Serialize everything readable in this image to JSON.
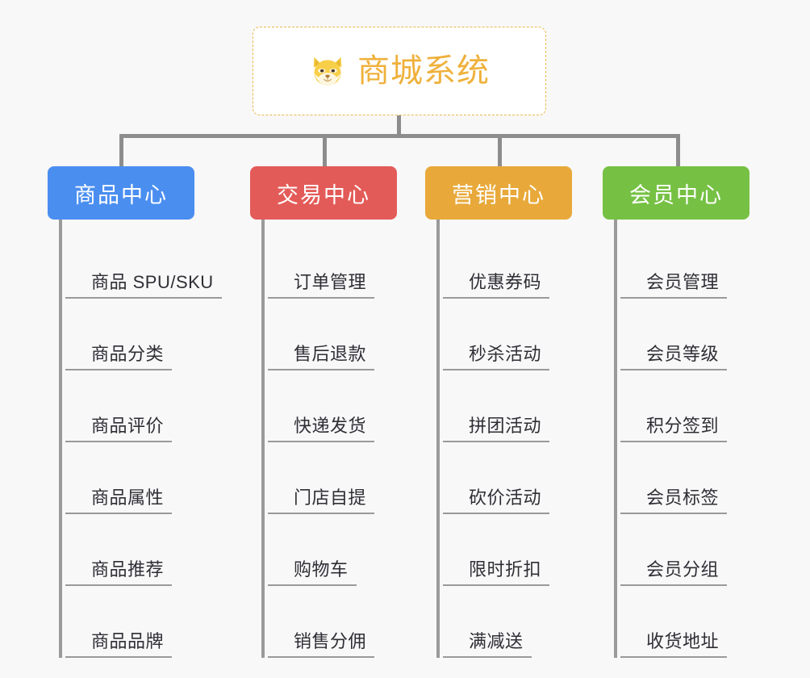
{
  "background": "#f8f8f8",
  "root": {
    "title": "商城系统",
    "icon": "shiba-dog-face-icon",
    "text_color": "#efb13c",
    "border_color": "#e9b949",
    "background": "#ffffff"
  },
  "connector_color": "#8d8d8d",
  "leaf_line_color": "#9a9a9a",
  "leaf_text_color": "#2e2e35",
  "columns": [
    {
      "title": "商品中心",
      "color": "#4a8ef0",
      "text_color": "#ffffff",
      "leaves": [
        "商品 SPU/SKU",
        "商品分类",
        "商品评价",
        "商品属性",
        "商品推荐",
        "商品品牌"
      ]
    },
    {
      "title": "交易中心",
      "color": "#e35b58",
      "text_color": "#ffffff",
      "leaves": [
        "订单管理",
        "售后退款",
        "快递发货",
        "门店自提",
        "购物车",
        "销售分佣"
      ]
    },
    {
      "title": "营销中心",
      "color": "#e8a93a",
      "text_color": "#ffffff",
      "leaves": [
        "优惠券码",
        "秒杀活动",
        "拼团活动",
        "砍价活动",
        "限时折扣",
        "满减送"
      ]
    },
    {
      "title": "会员中心",
      "color": "#76c144",
      "text_color": "#ffffff",
      "leaves": [
        "会员管理",
        "会员等级",
        "积分签到",
        "会员标签",
        "会员分组",
        "收货地址"
      ]
    }
  ]
}
